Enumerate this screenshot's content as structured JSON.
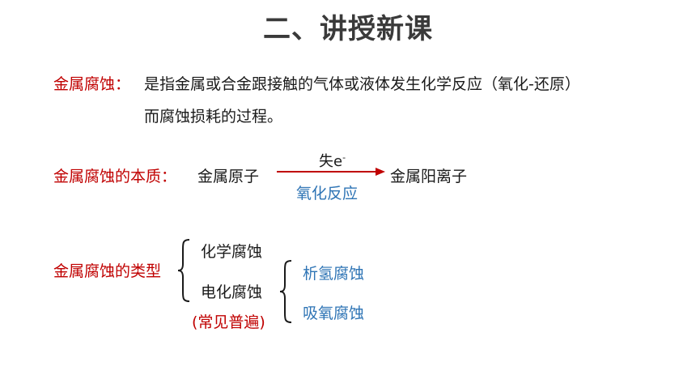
{
  "title": "二、讲授新课",
  "definition": {
    "label": "金属腐蚀：",
    "line1": "是指金属或合金跟接触的气体或液体发生化学反应（氧化-还原）",
    "line2": "而腐蚀损耗的过程。"
  },
  "essence": {
    "label": "金属腐蚀的本质：",
    "from": "金属原子",
    "arrow_top": "失e",
    "arrow_top_sup": "-",
    "arrow_bottom": "氧化反应",
    "to": "金属阳离子"
  },
  "types": {
    "label": "金属腐蚀的类型",
    "chemical": "化学腐蚀",
    "electrochemical": "电化腐蚀",
    "common_note": "(常见普遍)",
    "sub1": "析氢腐蚀",
    "sub2": "吸氧腐蚀"
  },
  "colors": {
    "label_red": "#c00000",
    "accent_blue": "#2e74b5"
  }
}
